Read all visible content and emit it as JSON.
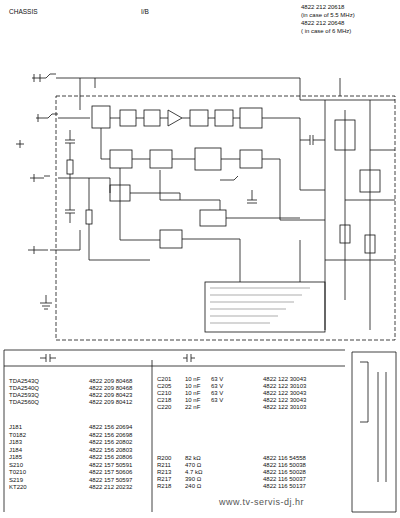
{
  "diagram": {
    "labels": [
      "CHASSIS",
      "I/B",
      "4822 212 20618",
      "(in case of 5.5 MHz)",
      "4822 212 20648",
      "( in case of 6 MHz)",
      "TDA2543Q",
      "TDA2540Q",
      "TDA2593Q",
      "TDA2560Q",
      "4822 209 80468",
      "4822 209 80468",
      "4822 209 80423",
      "4822 209 80412",
      "C201",
      "C205",
      "C210",
      "C218",
      "C220",
      "10 nF",
      "10 nF",
      "10 nF",
      "10 nF",
      "22 nF",
      "63 V",
      "63 V",
      "63 V",
      "63 V",
      "4822 122 30043",
      "4822 122 30103",
      "4822 122 30043",
      "4822 122 30043",
      "4822 122 30103",
      "J181",
      "T0182",
      "J183",
      "J184",
      "J185",
      "S210",
      "T0210",
      "S219",
      "KT220",
      "4822 156 20694",
      "4822 156 20698",
      "4822 156 20802",
      "4822 156 20803",
      "4822 156 20806",
      "4822 157 50591",
      "4822 157 50606",
      "4822 157 50597",
      "4822 212 20232",
      "R200",
      "R211",
      "R213",
      "R217",
      "R218",
      "82 kΩ",
      "470 Ω",
      "4.7 kΩ",
      "390 Ω",
      "240 Ω",
      "4822 116 54558",
      "4822 116 50038",
      "4822 116 50028",
      "4822 116 50037",
      "4822 116 50137",
      "www.tv-servis-dj.hr"
    ]
  }
}
